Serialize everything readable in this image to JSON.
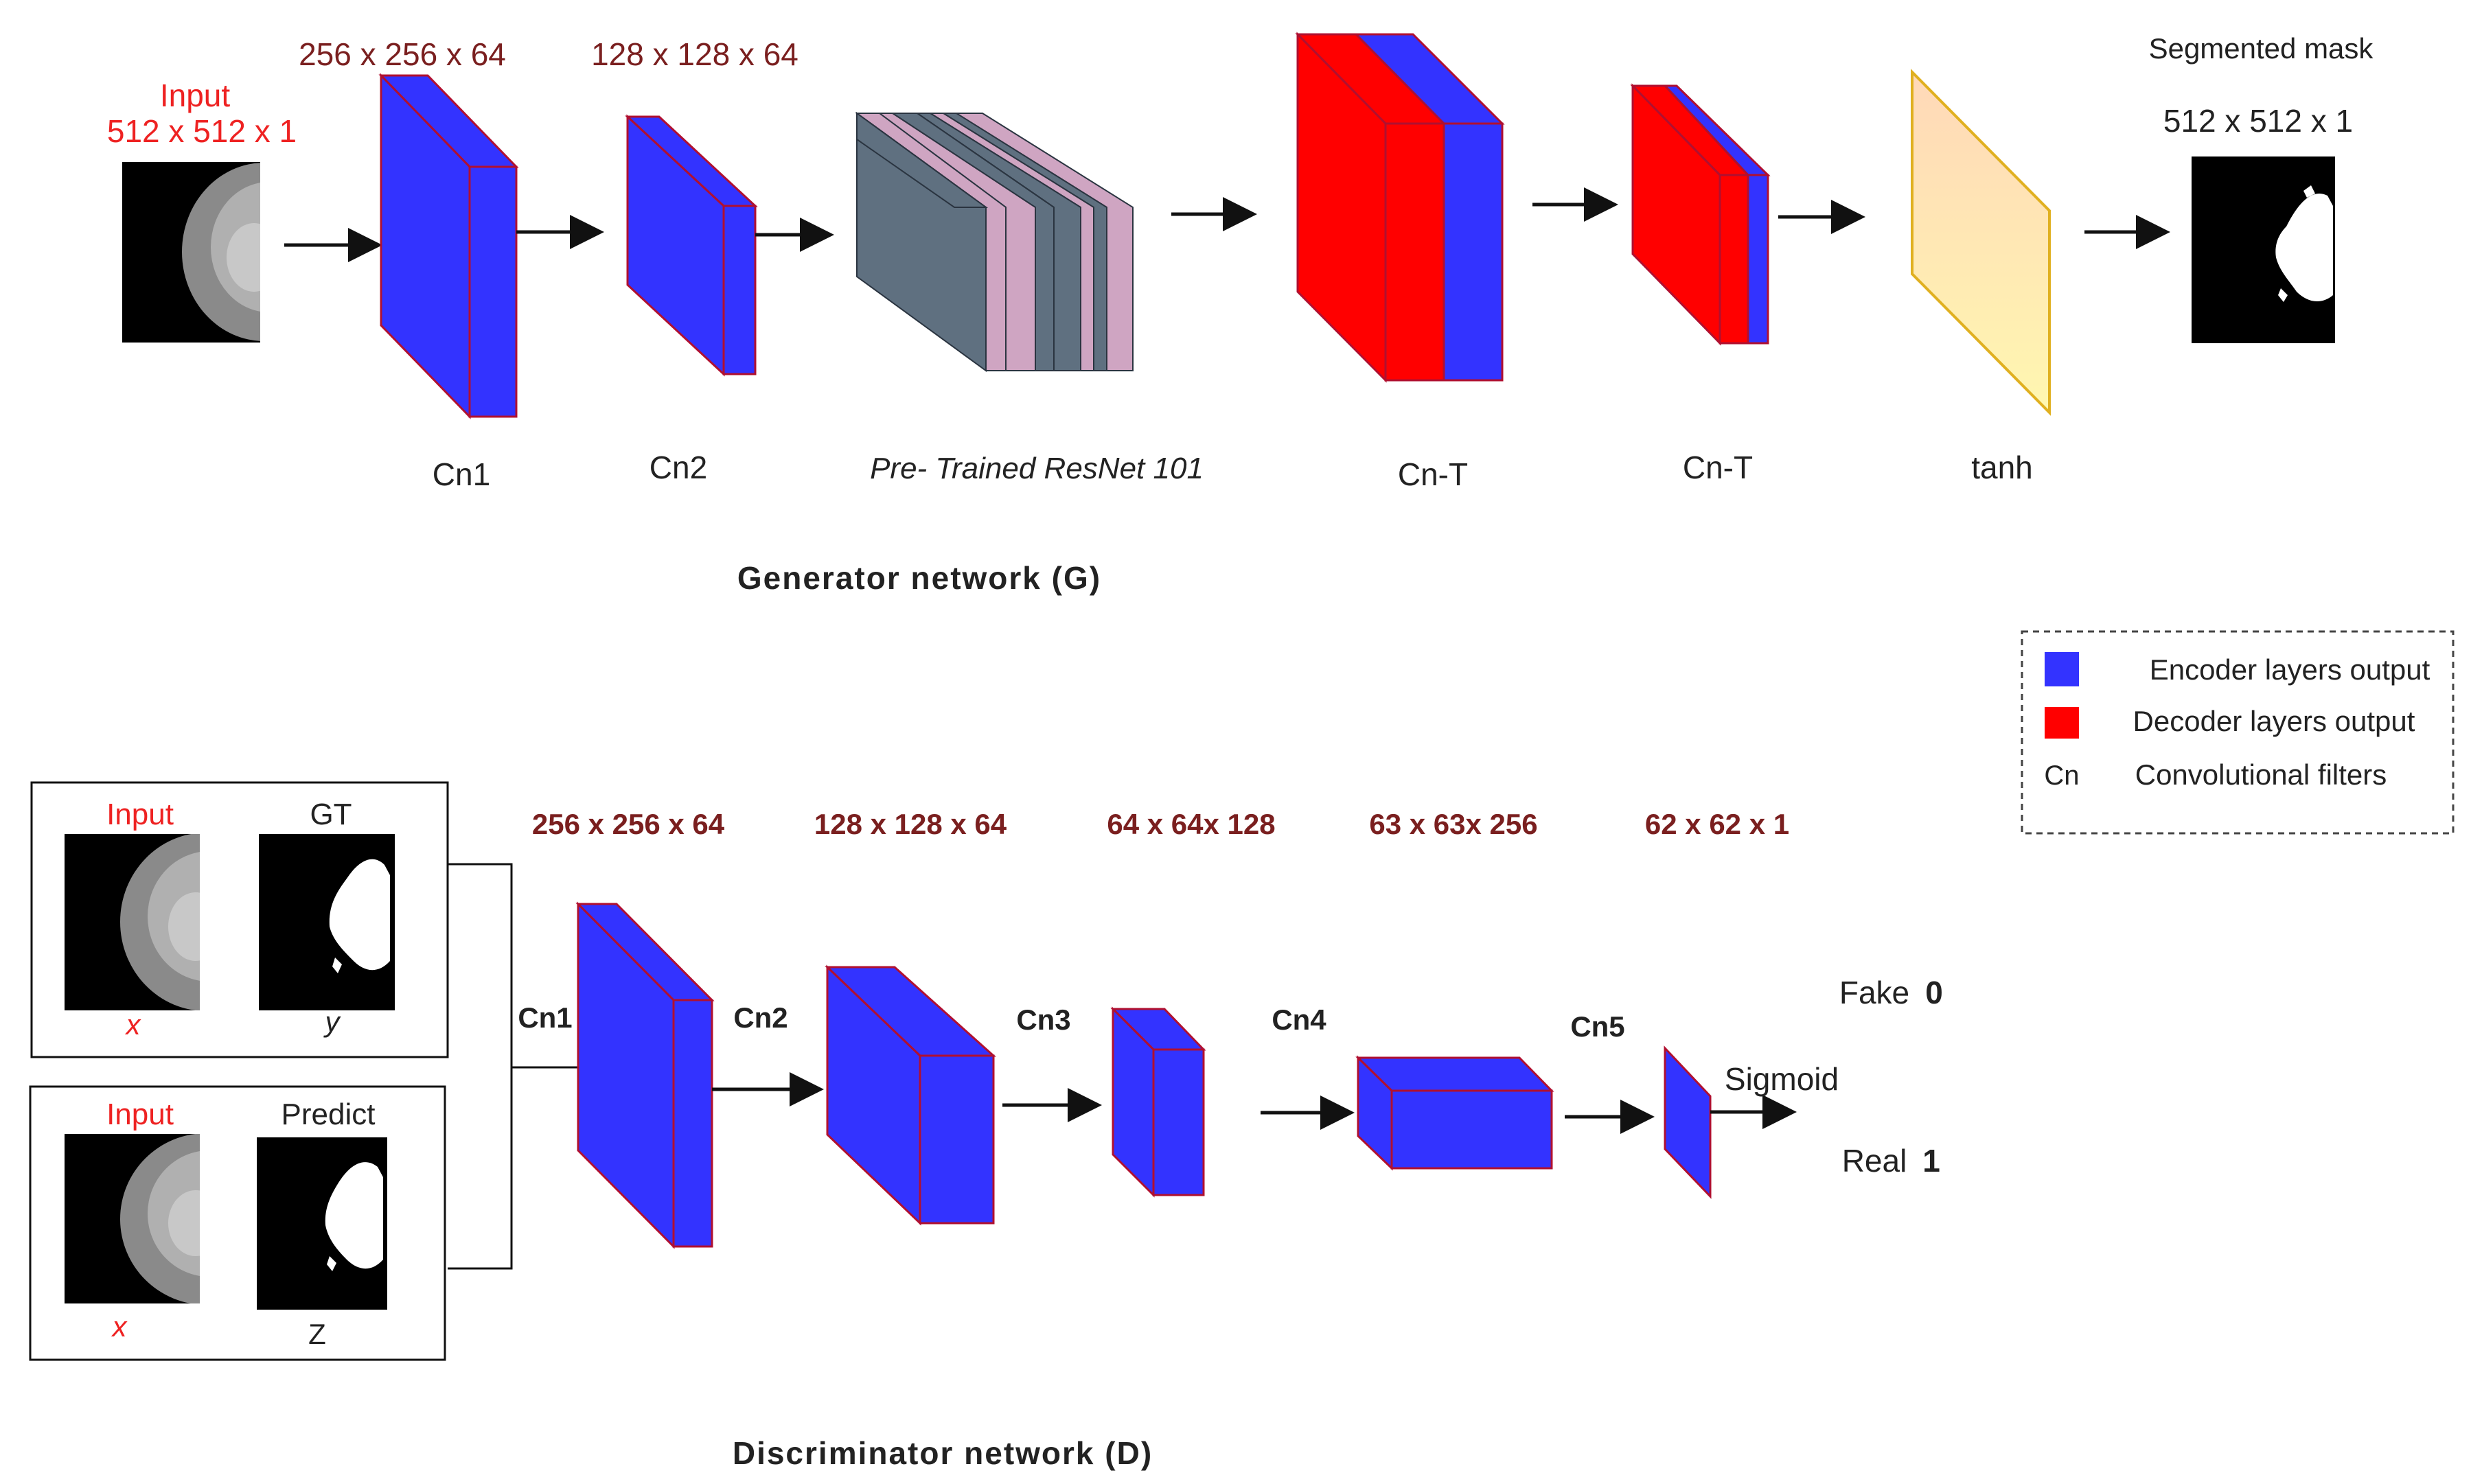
{
  "colors": {
    "encoder": "#3333ff",
    "decoder": "#ff0000",
    "outline": "#b01030",
    "resnet_slate": "#5f7080",
    "resnet_pink": "#cfa5c2",
    "tanh_fill_top": "#ffd8b8",
    "tanh_fill_bottom": "#fff7b0",
    "tanh_stroke": "#e0b020",
    "dim_label": "#7a1f1f",
    "input_label": "#ee2222"
  },
  "generator": {
    "input_label": "Input",
    "input_dims": "512 x 512 x 1",
    "dims": [
      "256 x 256 x 64",
      "128 x 128 x 64"
    ],
    "layers": [
      "Cn1",
      "Cn2",
      "Pre- Trained ResNet 101",
      "Cn-T",
      "Cn-T",
      "tanh"
    ],
    "output_label": "Segmented mask",
    "output_dims": "512 x 512 x 1",
    "title": "Generator network (G)"
  },
  "legend": {
    "items": [
      {
        "swatch": "encoder",
        "label": "Encoder layers output"
      },
      {
        "swatch": "decoder",
        "label": "Decoder layers output"
      },
      {
        "key": "Cn",
        "label": "Convolutional filters"
      }
    ]
  },
  "discriminator": {
    "pair1": {
      "input_label": "Input",
      "gt_label": "GT",
      "x_label": "x",
      "y_label": "y"
    },
    "pair2": {
      "input_label": "Input",
      "predict_label": "Predict",
      "x_label": "x",
      "z_label": "Z"
    },
    "dims": [
      "256 x 256 x 64",
      "128 x 128 x 64",
      "64 x 64x 128",
      "63 x 63x 256",
      "62 x 62 x 1"
    ],
    "layers": [
      "Cn1",
      "Cn2",
      "Cn3",
      "Cn4",
      "Cn5"
    ],
    "sigmoid": "Sigmoid",
    "fake_label": "Fake",
    "fake_value": "0",
    "real_label": "Real",
    "real_value": "1",
    "title": "Discriminator network (D)"
  }
}
